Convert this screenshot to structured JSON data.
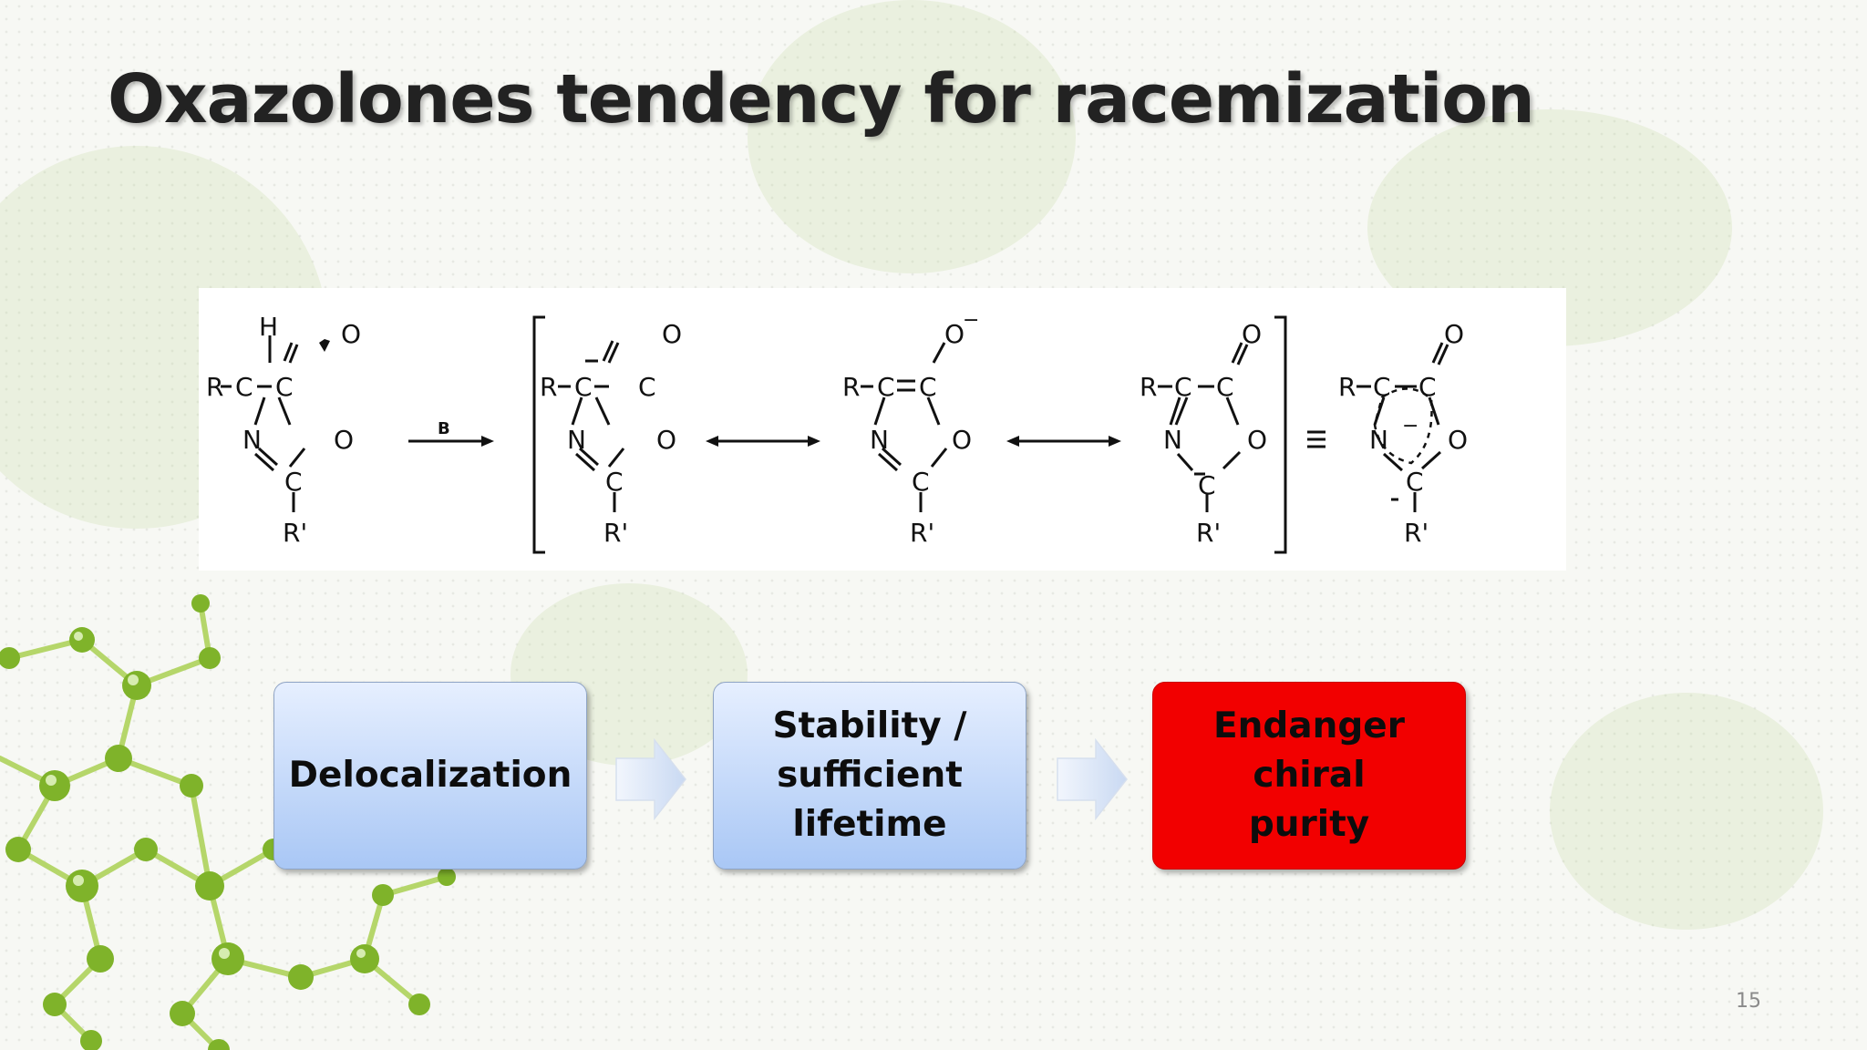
{
  "slide": {
    "title": "Oxazolones tendency for racemization",
    "page_number": "15"
  },
  "scheme": {
    "base_label": "B",
    "equivalence": "≡",
    "molecule_1": {
      "top_h": "H",
      "r_left": "R",
      "c_alpha": "C",
      "c_carbonyl": "C",
      "exo_o": "O",
      "n_ring": "N",
      "o_ring": "O",
      "c2": "C",
      "r_prime": "R'"
    },
    "molecule_2": {
      "r_left": "R",
      "c_alpha": "C",
      "c_carbonyl": "C",
      "exo_o": "O",
      "n_ring": "N",
      "o_ring": "O",
      "c2": "C",
      "r_prime": "R'"
    },
    "molecule_3": {
      "r_left": "R",
      "c_alpha": "C",
      "c_carbonyl": "C",
      "exo_o": "O",
      "charge": "−",
      "n_ring": "N",
      "o_ring": "O",
      "c2": "C",
      "r_prime": "R'"
    },
    "molecule_4": {
      "r_left": "R",
      "c_alpha": "C",
      "c_carbonyl": "C",
      "exo_o": "O",
      "n_ring": "N",
      "o_ring": "O",
      "c2": "C",
      "r_prime": "R'"
    },
    "molecule_5": {
      "r_left": "R",
      "c_alpha": "C",
      "c_carbonyl": "C",
      "exo_o": "O",
      "charge": "−",
      "n_ring": "N",
      "o_ring": "O",
      "c2": "C",
      "r_prime": "R'"
    }
  },
  "flow": {
    "step_1": "Delocalization",
    "step_2": "Stability / sufficient lifetime",
    "step_3": "Endanger chiral purity"
  },
  "colors": {
    "step_box_blue_top": "#e6efff",
    "step_box_blue_bottom": "#a9c7f5",
    "step_box_red": "#f20000",
    "title_text": "#222222"
  }
}
